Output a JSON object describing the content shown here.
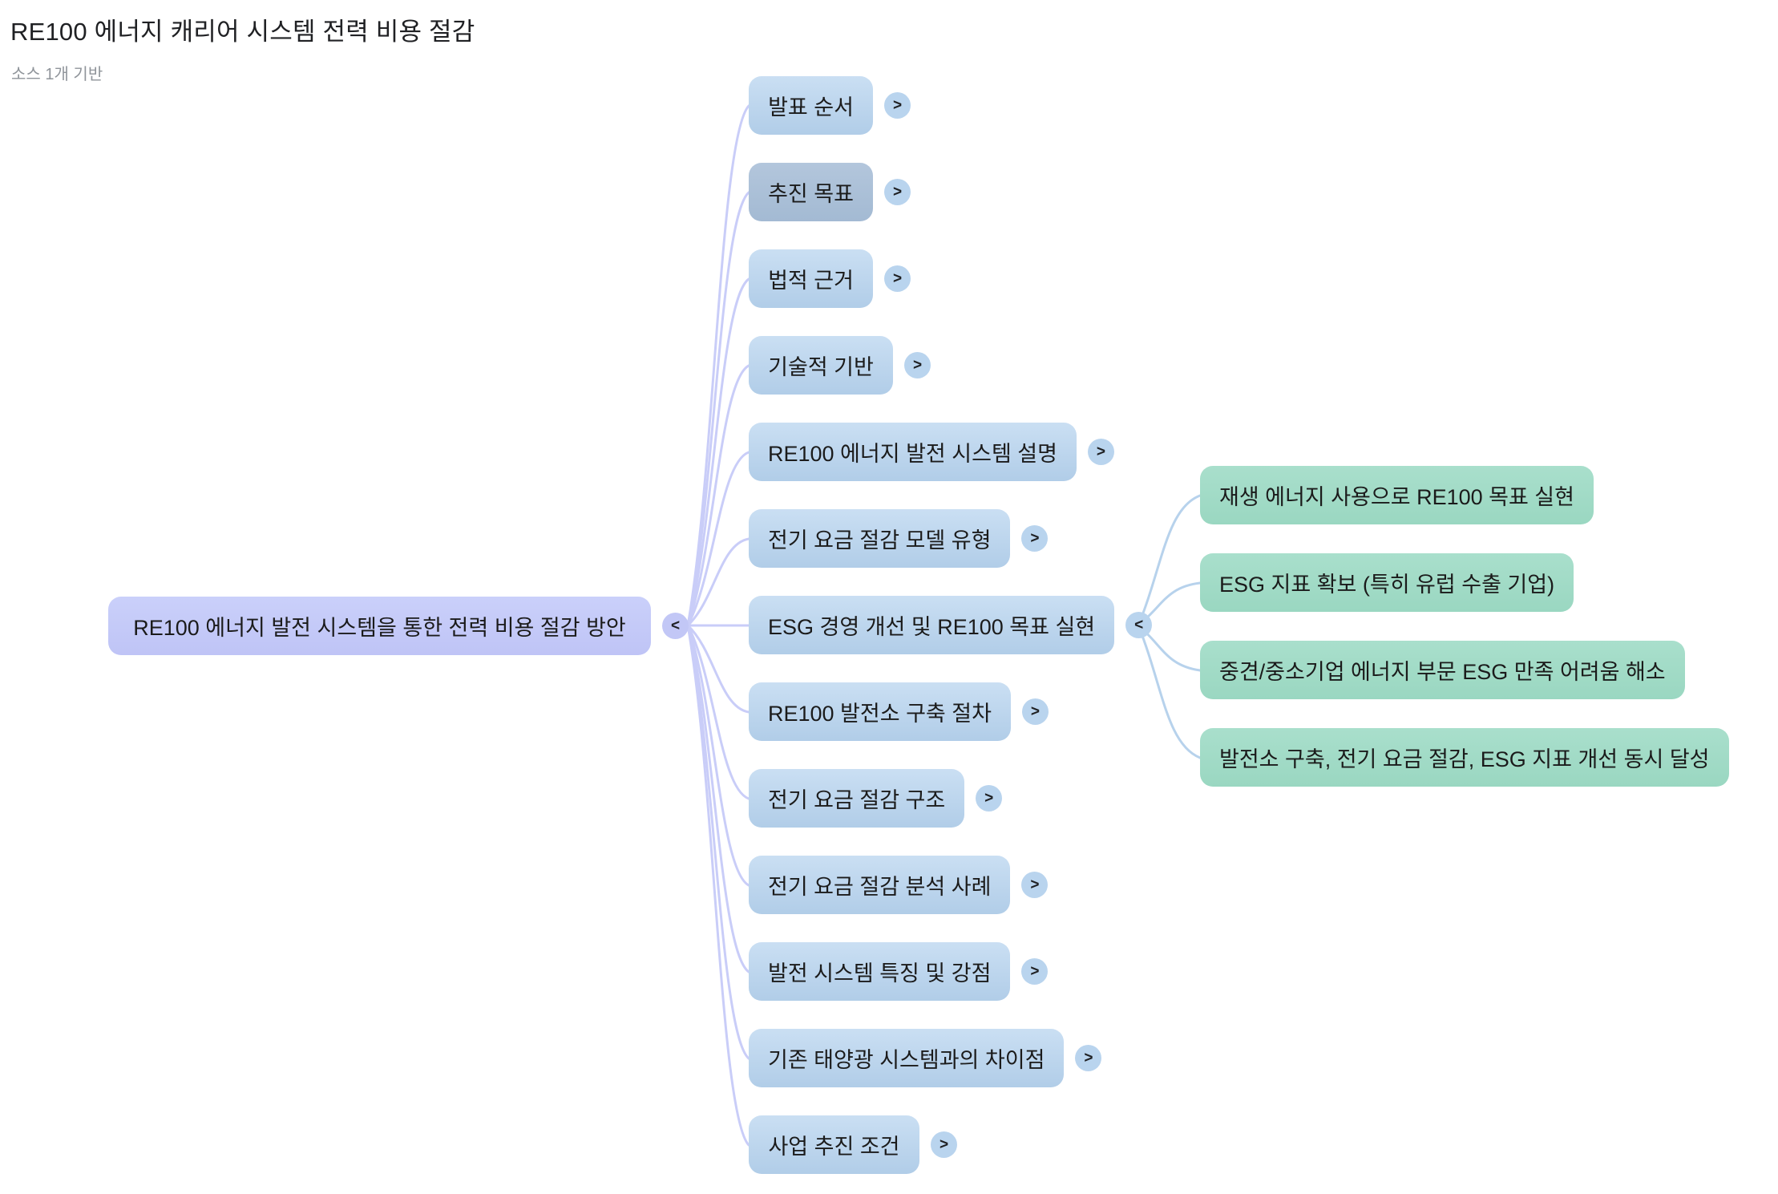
{
  "header": {
    "title": "RE100 에너지 캐리어 시스템 전력 비용 절감",
    "subtitle": "소스 1개 기반"
  },
  "icons": {
    "expand": ">",
    "collapse": "<"
  },
  "colors": {
    "root_node": "#c4c8f8",
    "branch_node": "#bdd7ef",
    "branch_node_selected": "#aabfd7",
    "leaf_node": "#a0dcc6",
    "root_connector": "#c9cdf8",
    "leaf_connector": "#b7d2ec"
  },
  "mindmap": {
    "root": {
      "label": "RE100 에너지 발전 시스템을 통한 전력 비용 절감 방안",
      "state": "expanded"
    },
    "children": [
      {
        "label": "발표 순서"
      },
      {
        "label": "추진 목표",
        "selected": true
      },
      {
        "label": "법적 근거"
      },
      {
        "label": "기술적 기반"
      },
      {
        "label": "RE100 에너지 발전 시스템 설명"
      },
      {
        "label": "전기 요금 절감 모델 유형"
      },
      {
        "label": "ESG 경영 개선 및 RE100 목표 실현",
        "state": "expanded",
        "children": [
          {
            "label": "재생 에너지 사용으로 RE100 목표 실현"
          },
          {
            "label": "ESG 지표 확보 (특히 유럽 수출 기업)"
          },
          {
            "label": "중견/중소기업 에너지 부문 ESG 만족 어려움 해소"
          },
          {
            "label": "발전소 구축, 전기 요금 절감, ESG 지표 개선 동시 달성"
          }
        ]
      },
      {
        "label": "RE100 발전소 구축 절차"
      },
      {
        "label": "전기 요금 절감 구조"
      },
      {
        "label": "전기 요금 절감 분석 사례"
      },
      {
        "label": "발전 시스템 특징 및 강점"
      },
      {
        "label": "기존 태양광 시스템과의 차이점"
      },
      {
        "label": "사업 추진 조건"
      }
    ]
  }
}
